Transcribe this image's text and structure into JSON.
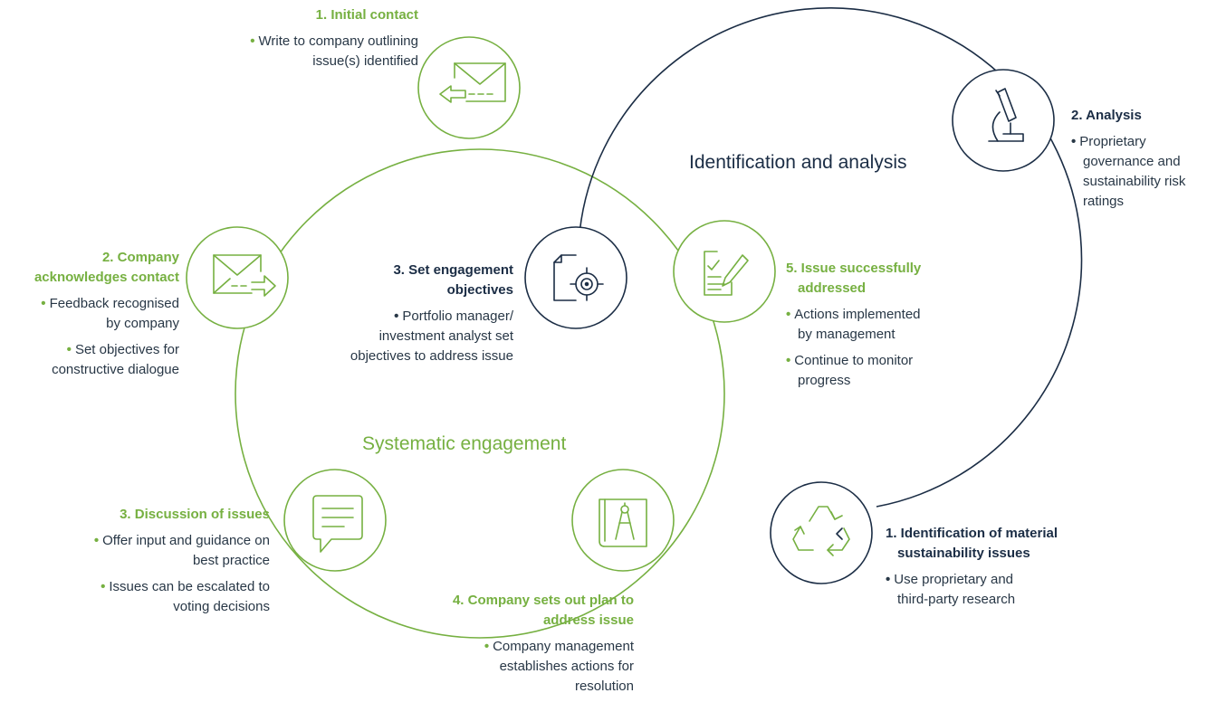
{
  "colors": {
    "green": "#76b041",
    "navy": "#1b2d45",
    "text": "#283746"
  },
  "cycles": {
    "engagement_title": "Systematic engagement",
    "analysis_title": "Identification and analysis"
  },
  "steps": {
    "initial_contact": {
      "title": "1. Initial contact",
      "bullets": [
        "Write to company outlining",
        "issue(s) identified"
      ],
      "icon": "envelope-incoming-icon"
    },
    "acknowledges": {
      "title_1": "2. Company",
      "title_2": "acknowledges contact",
      "bullet_1a": "Feedback recognised",
      "bullet_1b": "by company",
      "bullet_2a": "Set objectives for",
      "bullet_2b": "constructive dialogue",
      "icon": "envelope-outgoing-icon"
    },
    "discussion": {
      "title": "3. Discussion of issues",
      "bullet_1a": "Offer input and guidance on",
      "bullet_1b": "best practice",
      "bullet_2a": "Issues can be escalated to",
      "bullet_2b": "voting decisions",
      "icon": "speech-bubble-icon"
    },
    "plan": {
      "title_1": "4. Company sets out plan to",
      "title_2": "address issue",
      "bullet_a": "Company management",
      "bullet_b": "establishes actions for",
      "bullet_c": "resolution",
      "icon": "blueprint-compass-icon"
    },
    "resolved": {
      "title_1": "5. Issue successfully",
      "title_2": "addressed",
      "bullet_1a": "Actions implemented",
      "bullet_1b": "by management",
      "bullet_2a": "Continue to monitor",
      "bullet_2b": "progress",
      "icon": "checklist-pen-icon"
    },
    "objectives": {
      "title_1": "3. Set engagement",
      "title_2": "objectives",
      "bullet_a": "Portfolio manager/",
      "bullet_b": "investment analyst set",
      "bullet_c": "objectives to address issue",
      "icon": "document-target-icon"
    },
    "identification": {
      "title_1": "1. Identification of material",
      "title_2": "sustainability issues",
      "bullet_a": "Use proprietary and",
      "bullet_b": "third-party research",
      "icon": "recycle-icon"
    },
    "analysis": {
      "title": "2. Analysis",
      "bullet_a": "Proprietary",
      "bullet_b": "governance and",
      "bullet_c": "sustainability risk",
      "bullet_d": "ratings",
      "icon": "microscope-icon"
    }
  }
}
